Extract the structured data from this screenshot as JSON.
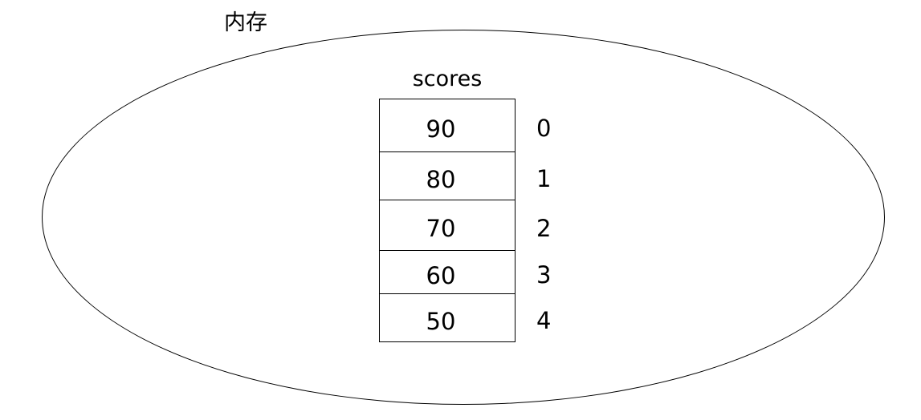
{
  "diagram": {
    "container_label": "内存",
    "array_name": "scores",
    "cells": [
      {
        "value": "90",
        "index": "0"
      },
      {
        "value": "80",
        "index": "1"
      },
      {
        "value": "70",
        "index": "2"
      },
      {
        "value": "60",
        "index": "3"
      },
      {
        "value": "50",
        "index": "4"
      }
    ],
    "colors": {
      "background": "#ffffff",
      "stroke": "#000000",
      "text": "#000000"
    }
  }
}
